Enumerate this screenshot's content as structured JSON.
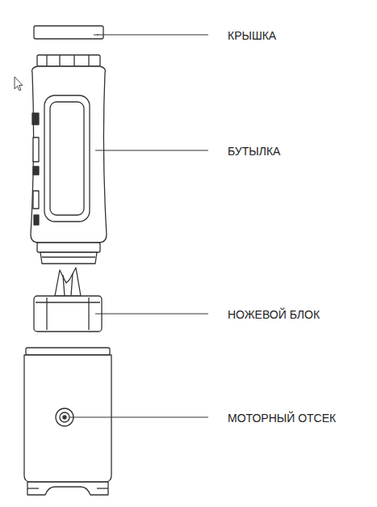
{
  "diagram": {
    "labels": [
      "КРЫШКА",
      "БУТЫЛКА",
      "НОЖЕВОЙ БЛОК",
      "МОТОРНЫЙ ОТСЕК"
    ]
  }
}
